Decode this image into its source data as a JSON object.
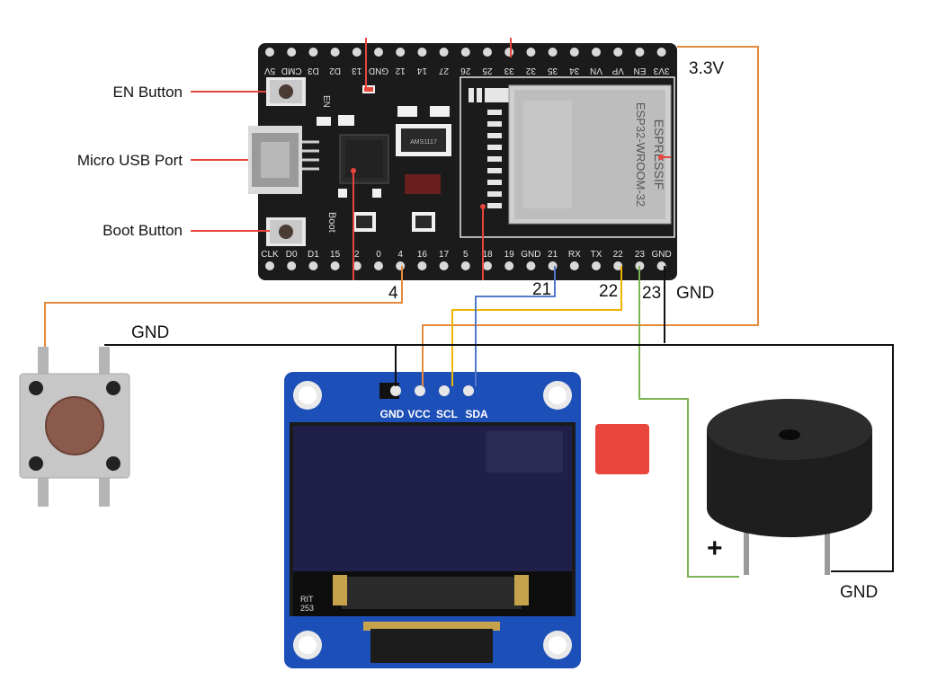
{
  "board": {
    "top_pins": [
      "5V",
      "CMD",
      "D3",
      "D2",
      "13",
      "GND",
      "12",
      "14",
      "27",
      "26",
      "25",
      "33",
      "32",
      "35",
      "34",
      "VN",
      "VP",
      "EN",
      "3V3"
    ],
    "bottom_pins": [
      "CLK",
      "D0",
      "D1",
      "15",
      "2",
      "0",
      "4",
      "16",
      "17",
      "5",
      "18",
      "19",
      "GND",
      "21",
      "RX",
      "TX",
      "22",
      "23",
      "GND"
    ],
    "module_text": [
      "ESPRESSIF",
      "ESP32-WROOM-32"
    ],
    "boot_silk": "Boot",
    "en_silk": "EN",
    "chip_text": "AMS1117"
  },
  "callouts": {
    "en_button": "EN Button",
    "micro_usb": "Micro USB Port",
    "boot_button": "Boot Button"
  },
  "wire_labels": {
    "v33": "3.3V",
    "gnd_board": "GND",
    "pin4": "4",
    "pin21": "21",
    "pin22": "22",
    "pin23": "23",
    "gnd_button": "GND",
    "gnd_buzzer": "GND",
    "buzzer_plus": "+"
  },
  "oled": {
    "pins": [
      "GND",
      "VCC",
      "SCL",
      "SDA"
    ],
    "silk": [
      "RIT",
      "253"
    ]
  },
  "colors": {
    "wire_orange": "#e58a3c",
    "wire_yellow": "#f0b400",
    "wire_blue": "#4f79c8",
    "wire_green": "#7cb354",
    "wire_black": "#111111",
    "callout_red": "#e8453c",
    "board_black": "#1b1b1b",
    "oled_blue": "#1d4fb8"
  }
}
